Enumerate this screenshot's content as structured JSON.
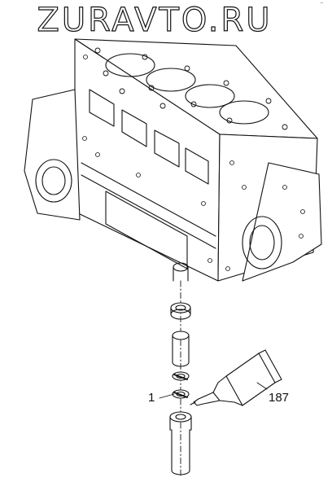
{
  "watermark": "ZURAVTO.RU",
  "corner_mark": "⁻",
  "callouts": {
    "part_1": "1",
    "part_187": "187"
  },
  "colors": {
    "line": "#111111",
    "background": "#ffffff"
  }
}
